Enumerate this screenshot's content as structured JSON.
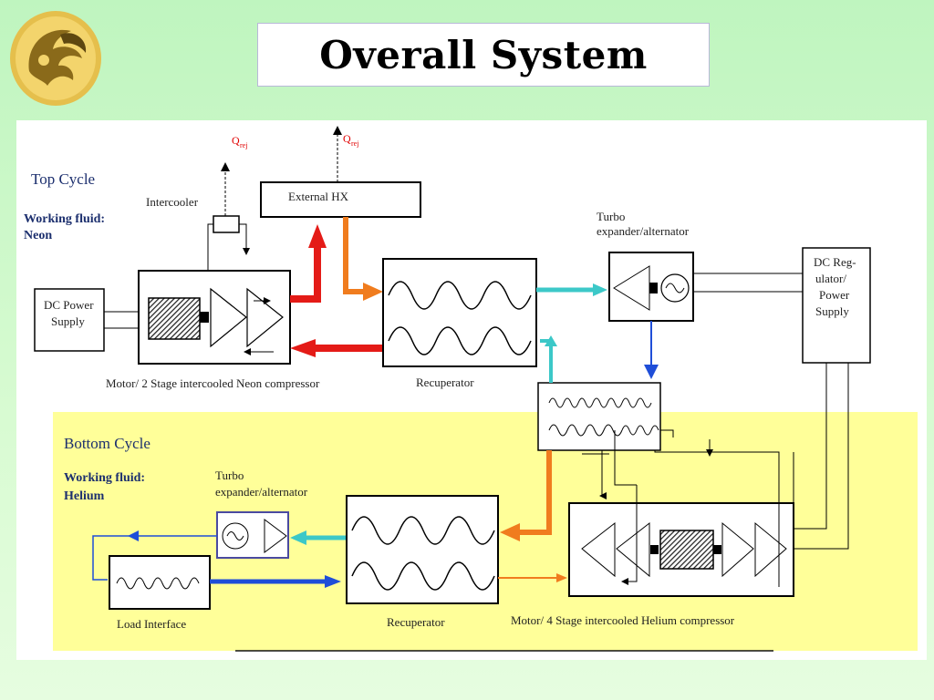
{
  "slide": {
    "title": "Overall System"
  },
  "top_cycle": {
    "heading": "Top Cycle",
    "working_fluid_label": "Working fluid:",
    "working_fluid": "Neon",
    "intercooler": "Intercooler",
    "external_hx": "External HX",
    "q_rej_main": "Q",
    "q_rej_sub": "rej",
    "dc_power_supply_l1": "DC Power",
    "dc_power_supply_l2": "Supply",
    "turbo_l1": "Turbo",
    "turbo_l2": "expander/alternator",
    "dc_regulator_l1": "DC Reg-",
    "dc_regulator_l2": "ulator/",
    "dc_regulator_l3": "Power",
    "dc_regulator_l4": "Supply",
    "compressor_caption": "Motor/ 2 Stage intercooled Neon compressor",
    "recuperator_caption": "Recuperator"
  },
  "bottom_cycle": {
    "heading": "Bottom Cycle",
    "working_fluid_label": "Working fluid:",
    "working_fluid": "Helium",
    "turbo_l1": "Turbo",
    "turbo_l2": "expander/alternator",
    "load_interface": "Load Interface",
    "recuperator_caption": "Recuperator",
    "compressor_caption": "Motor/ 4 Stage intercooled Helium compressor"
  },
  "colors": {
    "background": "#c8f7c5",
    "bottom_zone": "#ffff99",
    "hot": "#e41b17",
    "warm": "#f07c1e",
    "cool": "#3cc8c8",
    "cold": "#1f4ed8"
  }
}
